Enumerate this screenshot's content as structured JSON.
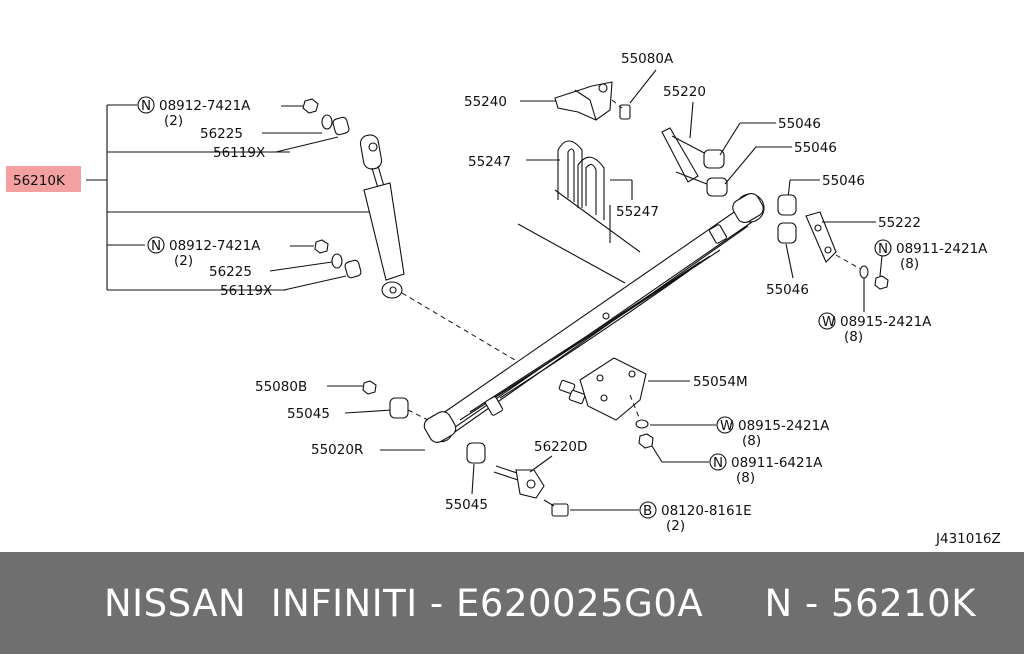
{
  "diagram": {
    "highlight_color": "#f4a0a0",
    "code": "J431016Z",
    "labels": {
      "p56210K": "56210K",
      "p08912_top": "08912-7421A",
      "p08912_top_q": "(2)",
      "p56225_top": "56225",
      "p56119X_top": "56119X",
      "p08912_bot": "08912-7421A",
      "p08912_bot_q": "(2)",
      "p56225_bot": "56225",
      "p56119X_bot": "56119X",
      "p55080A": "55080A",
      "p55240": "55240",
      "p55220": "55220",
      "p55046_a": "55046",
      "p55046_b": "55046",
      "p55046_c": "55046",
      "p55046_d": "55046",
      "p55247_a": "55247",
      "p55247_b": "55247",
      "p55222": "55222",
      "p08911_2421": "08911-2421A",
      "p08911_2421_q": "(8)",
      "p08915_2421_r": "08915-2421A",
      "p08915_2421_r_q": "(8)",
      "p55080B": "55080B",
      "p55045_a": "55045",
      "p55020R": "55020R",
      "p55054M": "55054M",
      "p08915_2421_m": "08915-2421A",
      "p08915_2421_m_q": "(8)",
      "p56220D": "56220D",
      "p08911_6421": "08911-6421A",
      "p08911_6421_q": "(8)",
      "p55045_b": "55045",
      "p08120": "08120-8161E",
      "p08120_q": "(2)"
    },
    "circle_marks": {
      "n": "N",
      "w": "W",
      "b": "B"
    }
  },
  "banner": {
    "text": "NISSAN  INFINITI - E620025G0A     N - 56210K",
    "background": "#6f6f6f"
  }
}
